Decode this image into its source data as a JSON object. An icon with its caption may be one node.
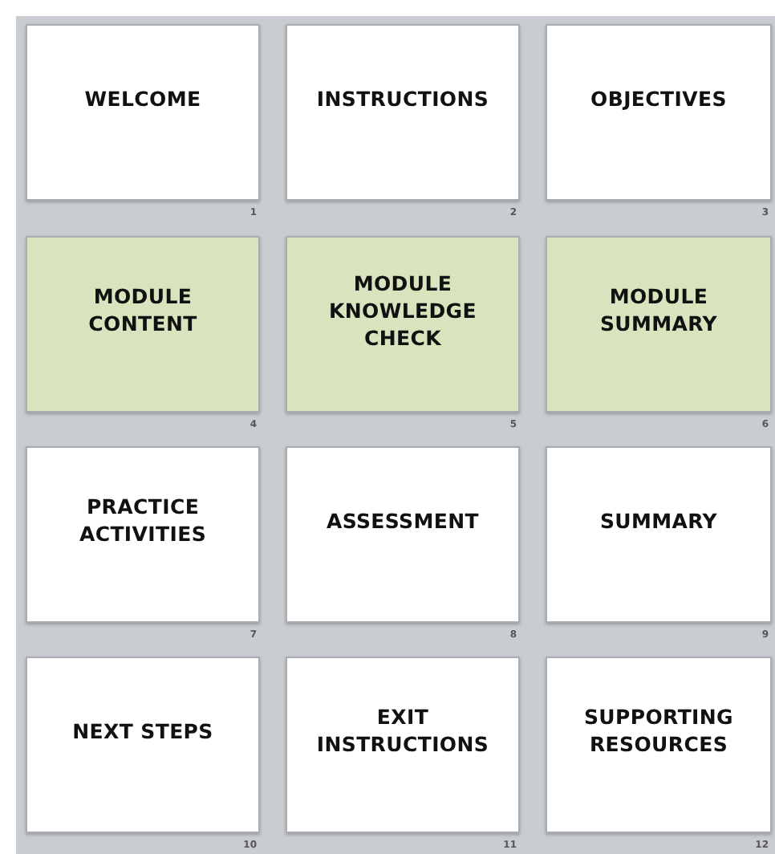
{
  "diagram": {
    "nodes": [
      {
        "text": [
          "WELCOME"
        ],
        "beside": [
          "1"
        ]
      },
      {
        "text": [
          "INSTRUCTIONS"
        ],
        "beside": [
          "2"
        ]
      },
      {
        "text": [
          "OBJECTIVES"
        ],
        "beside": [
          "3"
        ]
      },
      {
        "text": [
          "MODULE CONTENT"
        ],
        "beside": [
          "4"
        ]
      },
      {
        "text": [
          "MODULE KNOWLEDGE CHECK"
        ],
        "beside": [
          "5"
        ]
      },
      {
        "text": [
          "MODULE SUMMARY"
        ],
        "beside": [
          "6"
        ]
      },
      {
        "text": [
          "PRACTICE ACTIVITIES"
        ],
        "beside": [
          "7"
        ]
      },
      {
        "text": [
          "ASSESSMENT"
        ],
        "beside": [
          "8"
        ]
      },
      {
        "text": [
          "SUMMARY"
        ],
        "beside": [
          "9"
        ]
      },
      {
        "text": [
          "NEXT STEPS"
        ],
        "beside": [
          "10"
        ]
      },
      {
        "text": [
          "EXIT INSTRUCTIONS"
        ],
        "beside": [
          "11"
        ]
      },
      {
        "text": [
          "SUPPORTING RESOURCES"
        ],
        "beside": [
          "12"
        ]
      }
    ]
  }
}
